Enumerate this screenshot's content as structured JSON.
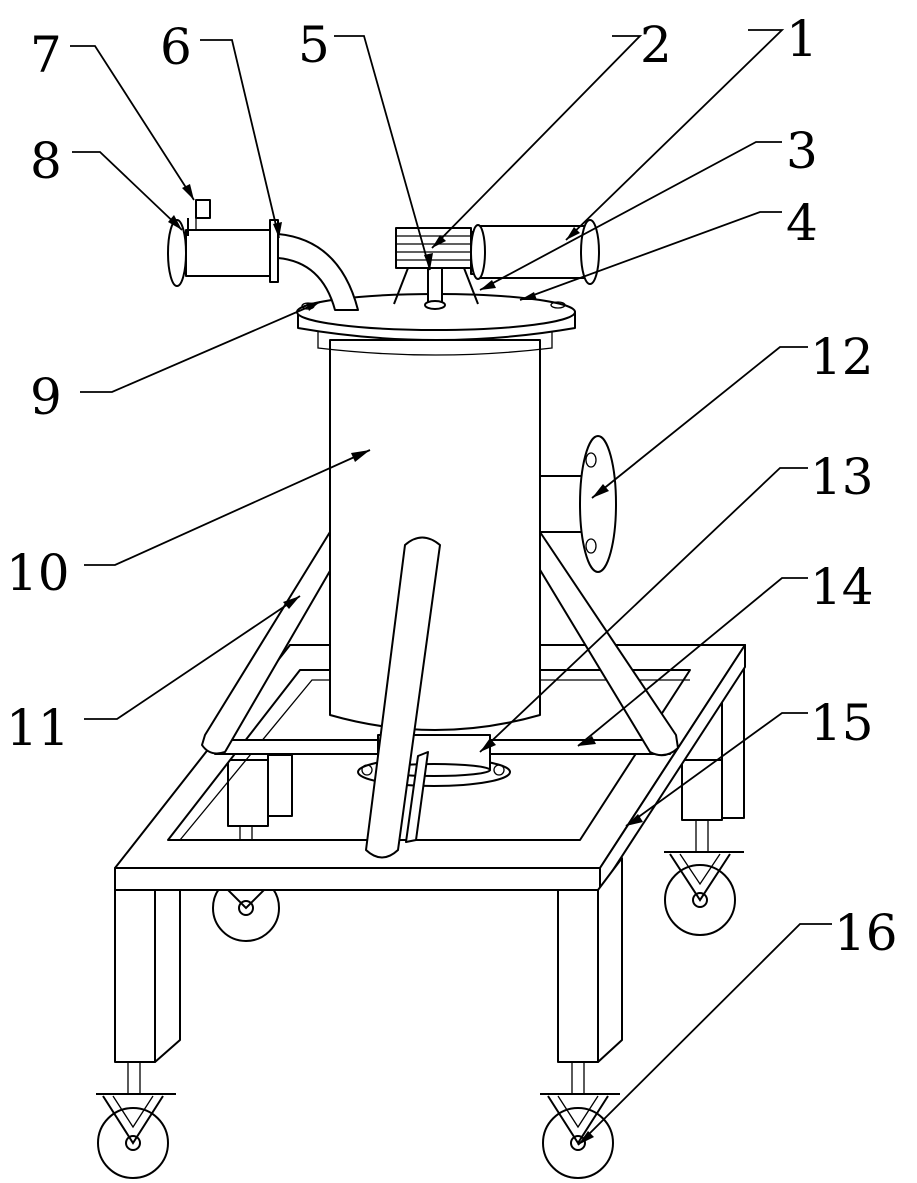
{
  "diagram": {
    "colors": {
      "stroke": "#000000",
      "fill": "#ffffff"
    },
    "labels": [
      "1",
      "2",
      "3",
      "4",
      "5",
      "6",
      "7",
      "8",
      "9",
      "10",
      "11",
      "12",
      "13",
      "14",
      "15",
      "16"
    ]
  }
}
